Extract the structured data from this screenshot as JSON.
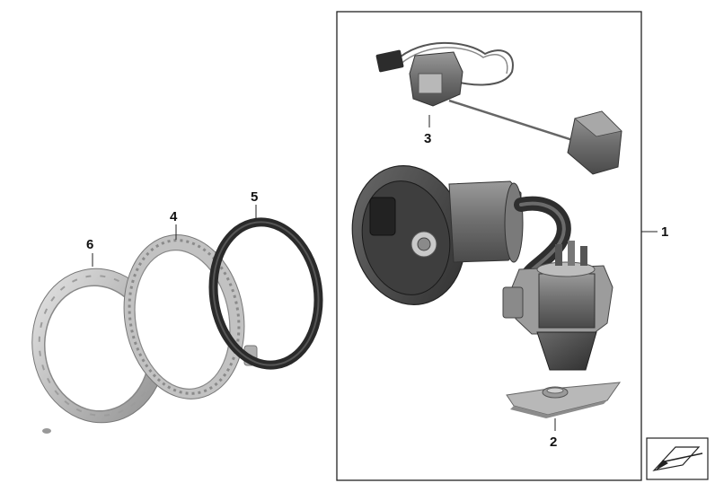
{
  "callouts": {
    "p1": "1",
    "p2": "2",
    "p3": "3",
    "p4": "4",
    "p5": "5",
    "p6": "6"
  },
  "icons": {
    "corner": "arrow-direction-icon"
  }
}
